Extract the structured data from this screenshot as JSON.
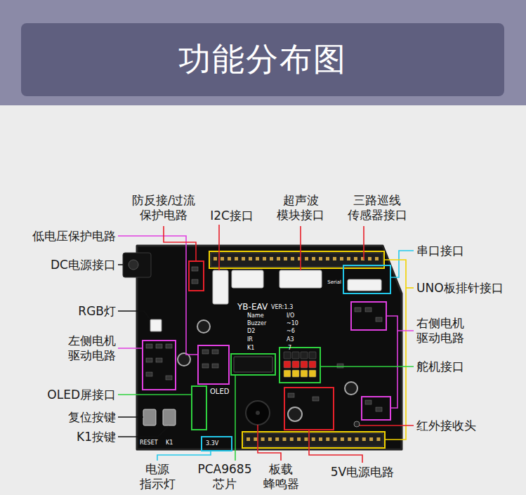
{
  "diagram": {
    "title": "功能分布图",
    "labels": [
      "低电压保护电路",
      "DC电源接口",
      "防反接/过流 保护电路",
      "I2C接口",
      "超声波 模块接口",
      "三路巡线 传感器接口",
      "串口接口",
      "UNO板排针接口",
      "RGB灯",
      "右侧电机 驱动电路",
      "左侧电机 驱动电路",
      "舵机接口",
      "OLED屏接口",
      "复位按键",
      "红外接收头",
      "K1按键",
      "电源 指示灯",
      "PCA9685 芯片",
      "板载 蜂鸣器",
      "5V电源电路",
      "YB-EAV",
      "VER:1.3",
      "Name",
      "I/O",
      "Buzzer",
      "~10",
      "D2",
      "~6",
      "IR",
      "A3",
      "K1",
      "7",
      "OLED",
      "RESET",
      "K1",
      "3.3V",
      "Serial"
    ]
  }
}
